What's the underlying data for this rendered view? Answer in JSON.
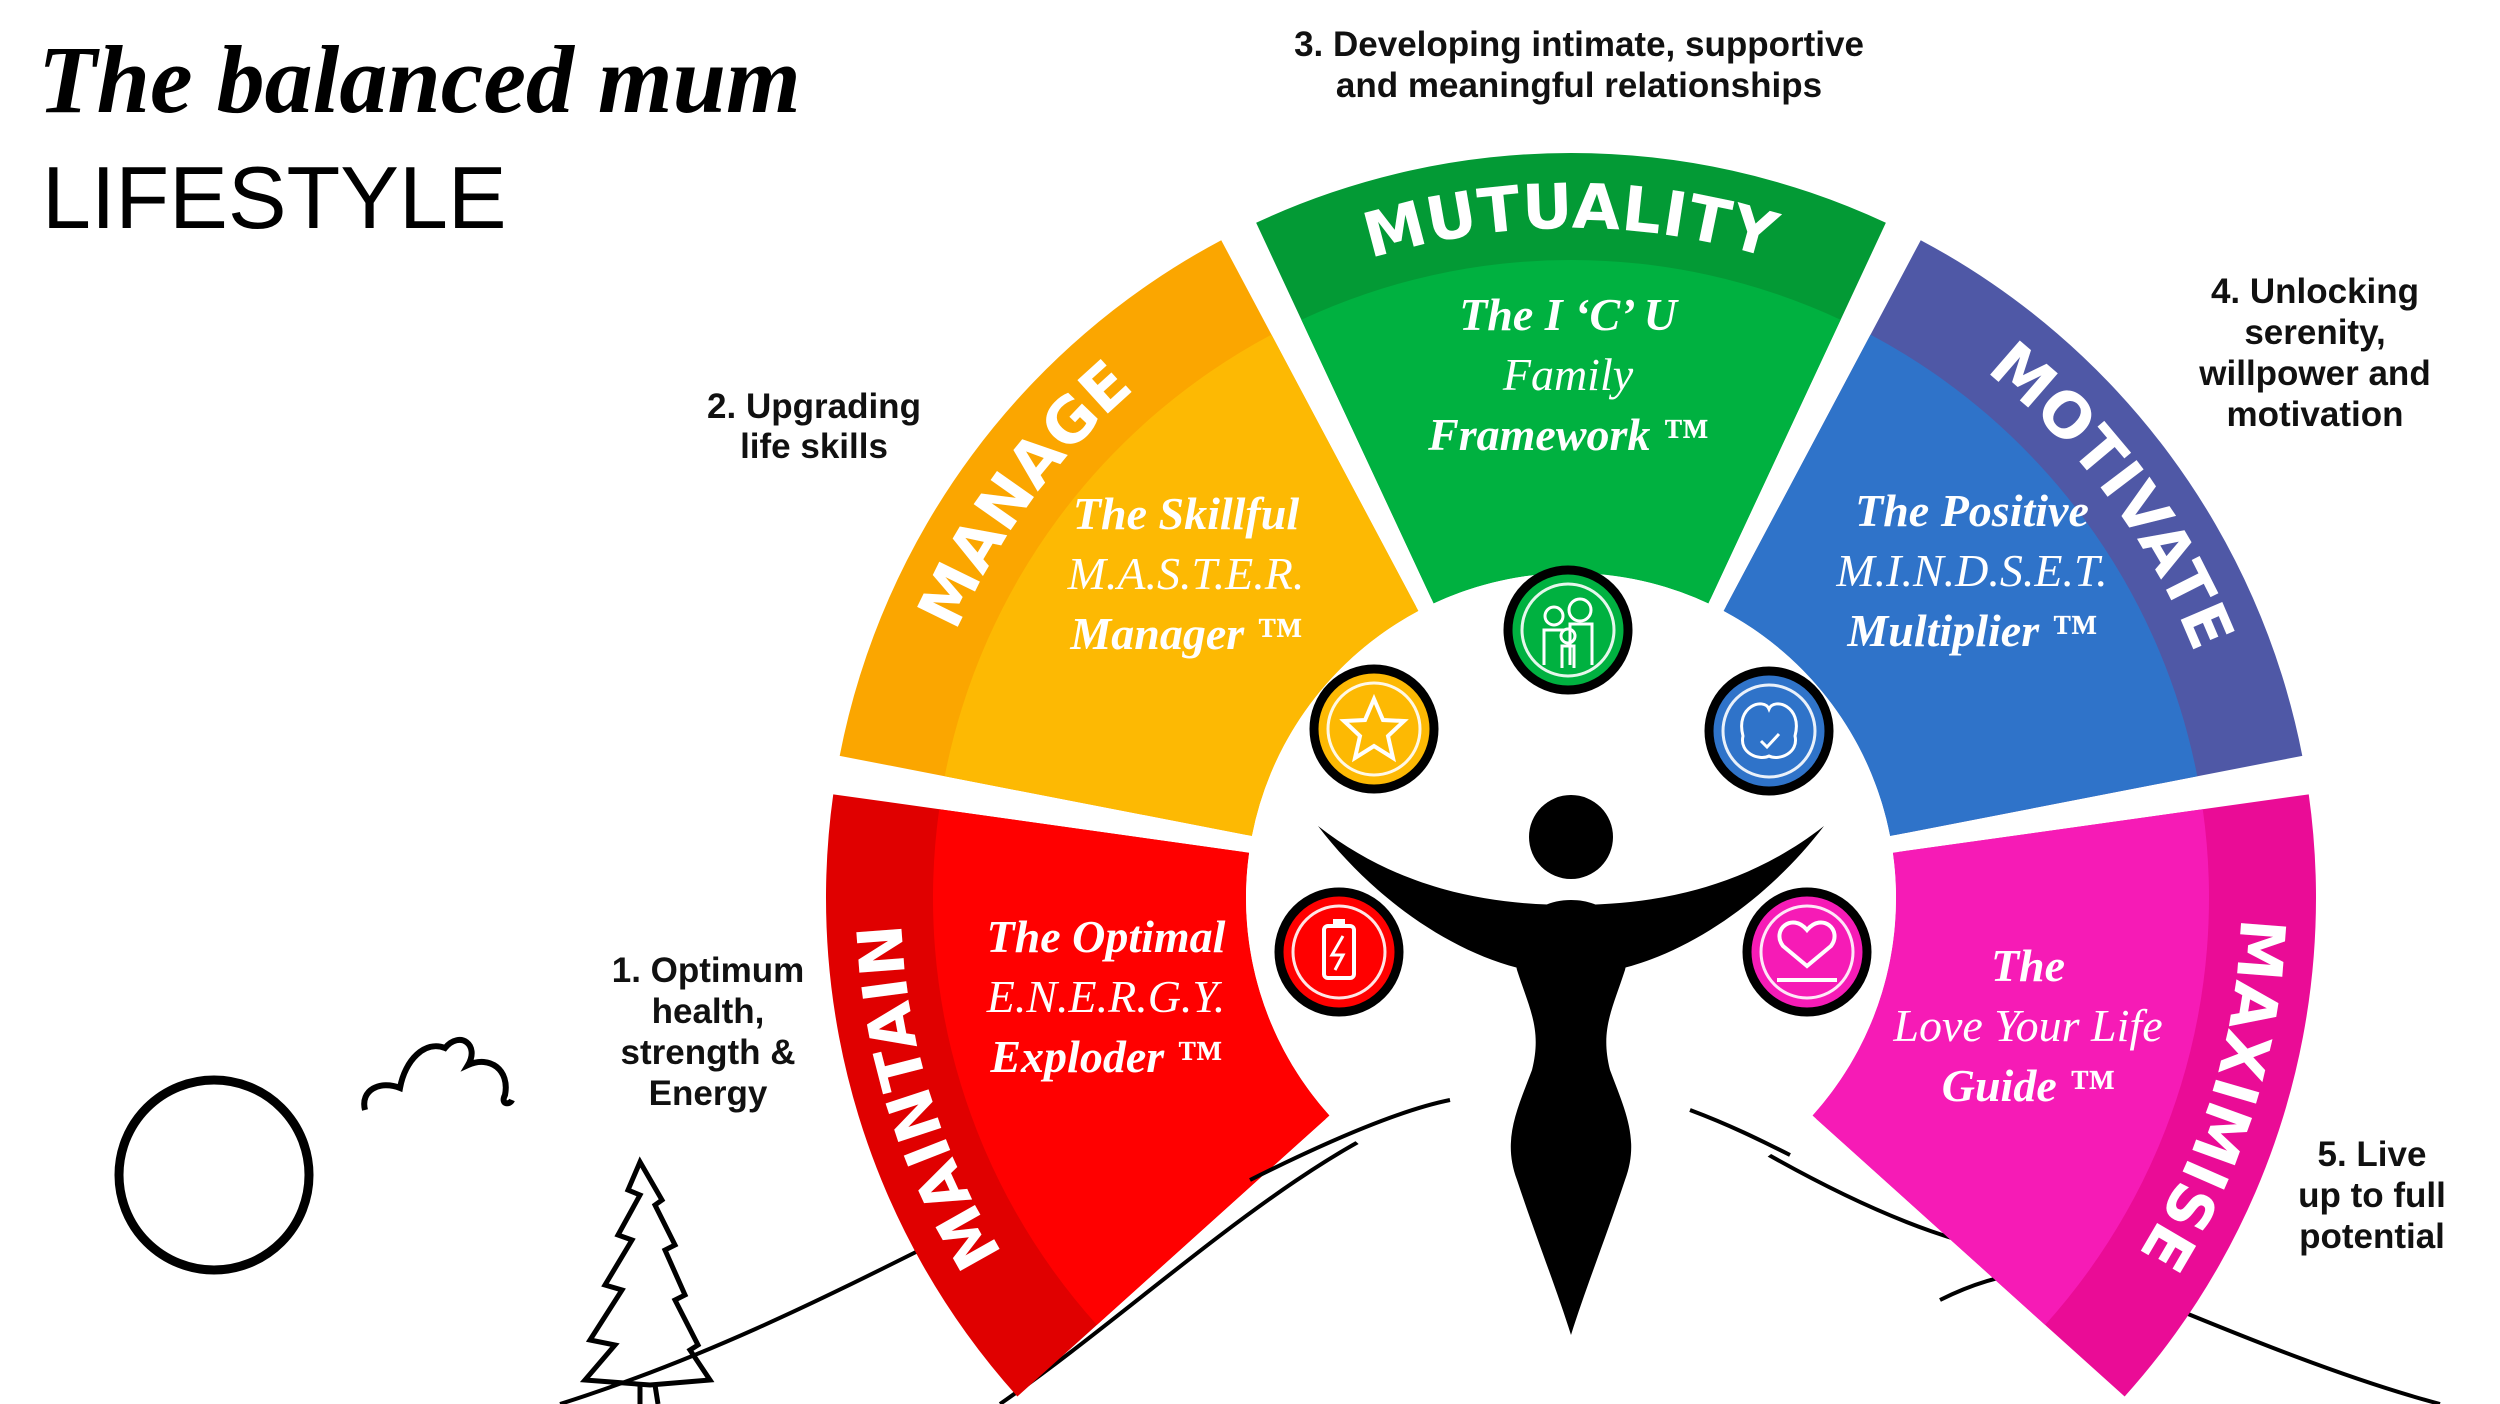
{
  "title": {
    "line1": "The balanced mum",
    "line2": "LIFESTYLE"
  },
  "annotations": {
    "a1": [
      "1. Optimum",
      "health,",
      "strength &",
      "Energy"
    ],
    "a2": [
      "2. Upgrading",
      "life skills"
    ],
    "a3": [
      "3. Developing intimate, supportive",
      "and meaningful relationships"
    ],
    "a4": [
      "4. Unlocking",
      "serenity,",
      "willpower and",
      "motivation"
    ],
    "a5": [
      "5. Live",
      "up to full",
      "potential"
    ]
  },
  "segments": {
    "maintain": {
      "label": "MAINTAIN",
      "lines": [
        "The Optimal",
        "E.N.E.R.G.Y.",
        "Exploder ™"
      ],
      "band": "#e00000",
      "fill": "#ff0000",
      "icon": "battery-icon"
    },
    "manage": {
      "label": "MANAGE",
      "lines": [
        "The Skillful",
        "M.A.S.T.E.R.",
        "Manager ™"
      ],
      "band": "#fba600",
      "fill": "#fdb903",
      "icon": "star-icon"
    },
    "mutuality": {
      "label": "MUTUALITY",
      "lines": [
        "The I ‘C’ U",
        "Family",
        "Framework ™"
      ],
      "band": "#039a35",
      "fill": "#00b140",
      "icon": "family-icon"
    },
    "motivate": {
      "label": "MOTIVATE",
      "lines": [
        "The Positive",
        "M.I.N.D.S.E.T.",
        "Multiplier ™"
      ],
      "band": "#4f58a6",
      "fill": "#2f73c9",
      "icon": "brain-icon"
    },
    "maximise": {
      "label": "MAXIMISE",
      "lines": [
        "The",
        "Love Your Life",
        "Guide ™"
      ],
      "band": "#ea0c96",
      "fill": "#f61bb6",
      "icon": "heart-icon"
    }
  }
}
